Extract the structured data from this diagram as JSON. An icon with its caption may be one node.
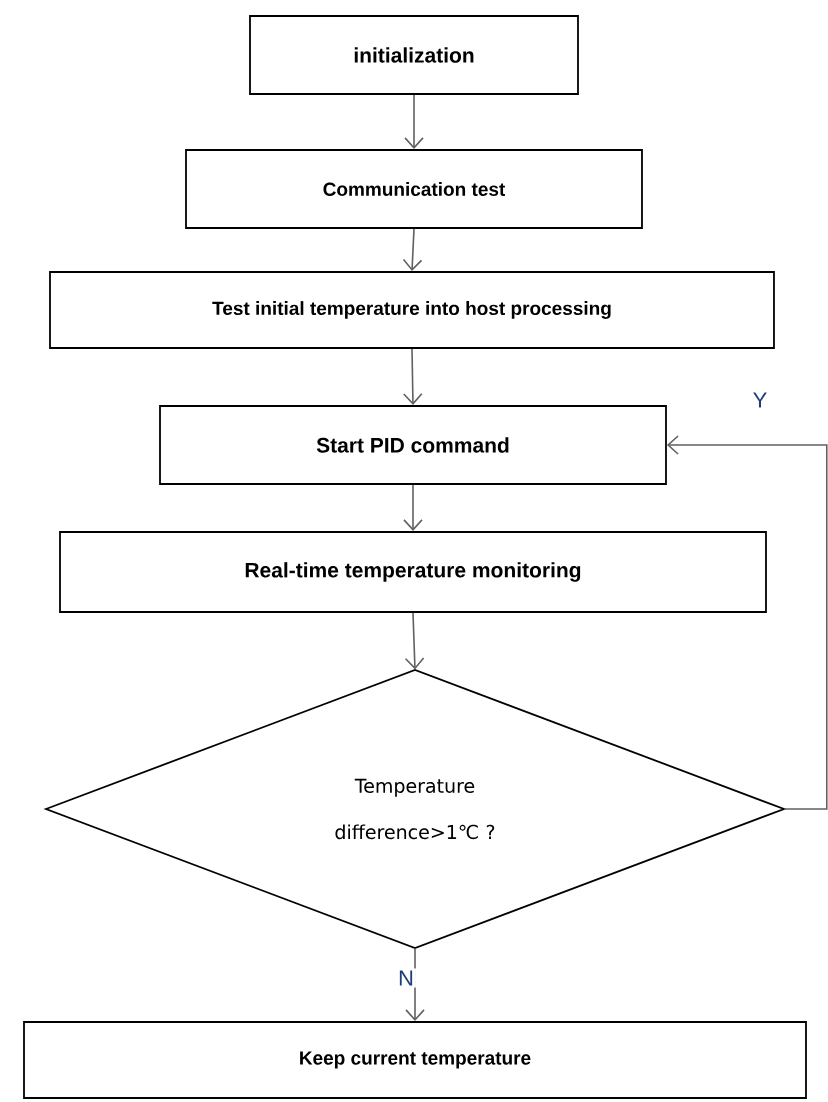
{
  "diagram": {
    "nodes": [
      {
        "text": [
          "initialization"
        ]
      },
      {
        "text": [
          "Communication test"
        ]
      },
      {
        "text": [
          "Test initial temperature into host processing"
        ]
      },
      {
        "text": [
          "Start PID command"
        ]
      },
      {
        "text": [
          "Real-time temperature monitoring"
        ]
      },
      {
        "text": [
          "Temperature difference>1℃ ?"
        ]
      },
      {
        "text": [
          "Keep current temperature"
        ]
      }
    ],
    "edges": [
      {
        "from": 0,
        "to": 1,
        "arrow": "to"
      },
      {
        "from": 1,
        "to": 2,
        "arrow": "to"
      },
      {
        "from": 2,
        "to": 3,
        "arrow": "to"
      },
      {
        "from": 3,
        "to": 4,
        "arrow": "to"
      },
      {
        "from": 4,
        "to": 5,
        "arrow": "to"
      },
      {
        "from": 5,
        "to": 6,
        "arrow": "to",
        "label": "N"
      },
      {
        "from": 5,
        "to": 3,
        "arrow": "to",
        "label": "Y"
      }
    ]
  }
}
